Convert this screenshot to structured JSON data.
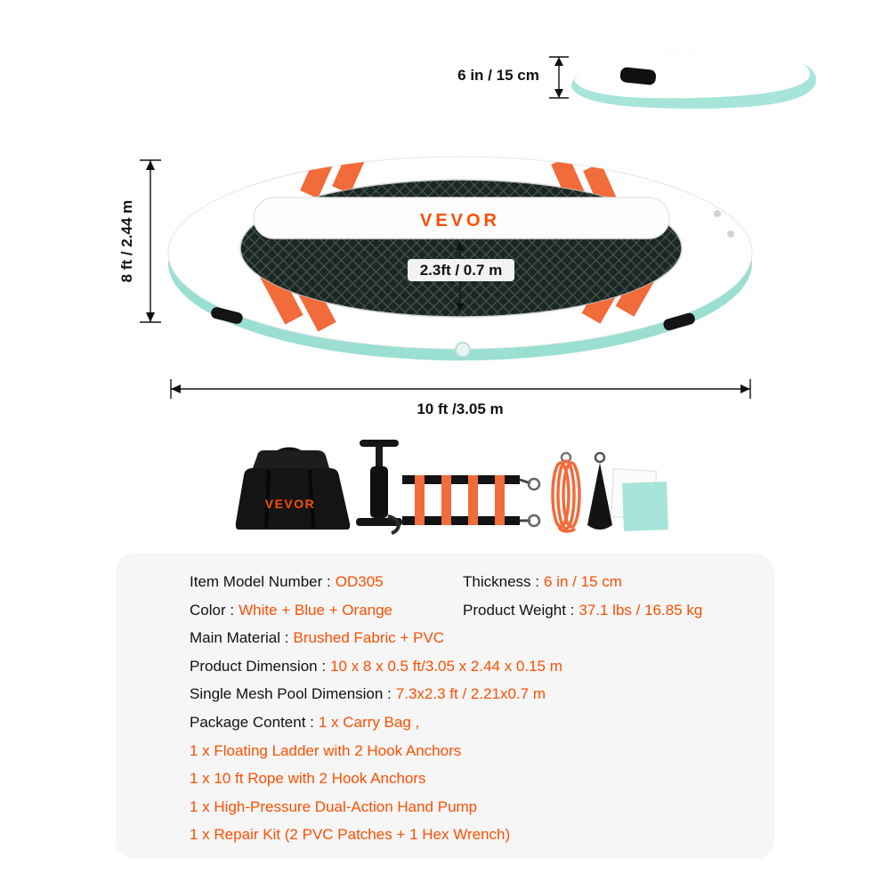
{
  "brand": "VEVOR",
  "bag_logo": "VEVOR",
  "colors": {
    "accent_orange": "#FF4E00",
    "stripe_orange": "#F26B3A",
    "mint": "#A7E4D9",
    "mesh_dark": "#1B2724",
    "panel_bg": "#F6F6F6",
    "text_black": "#111111"
  },
  "annotations": {
    "thickness": "6 in / 15 cm",
    "width": "8 ft / 2.44 m",
    "length": "10 ft /3.05 m",
    "mesh_pool_width": "2.3ft / 0.7 m"
  },
  "specs": {
    "grid": [
      {
        "label": "Item Model Number :",
        "value": "OD305"
      },
      {
        "label": "Thickness :",
        "value": "6 in / 15 cm"
      },
      {
        "label": "Color :",
        "value": "White + Blue + Orange"
      },
      {
        "label": "Product Weight :",
        "value": "37.1 lbs / 16.85 kg"
      }
    ],
    "lines": [
      {
        "label": "Main Material :",
        "value": "Brushed Fabric + PVC"
      },
      {
        "label": "Product Dimension :",
        "value": "10 x 8 x 0.5 ft/3.05 x 2.44 x 0.15 m"
      },
      {
        "label": "Single Mesh Pool Dimension :",
        "value": "7.3x2.3 ft / 2.21x0.7 m"
      },
      {
        "label": "Package Content :",
        "value": "1 x Carry Bag ,"
      },
      {
        "label": "",
        "value": "1 x Floating Ladder with 2 Hook Anchors"
      },
      {
        "label": "",
        "value": "1 x 10 ft Rope with 2 Hook Anchors"
      },
      {
        "label": "",
        "value": "1 x High-Pressure Dual-Action Hand Pump"
      },
      {
        "label": "",
        "value": "1 x Repair Kit (2 PVC Patches + 1 Hex Wrench)"
      }
    ]
  }
}
